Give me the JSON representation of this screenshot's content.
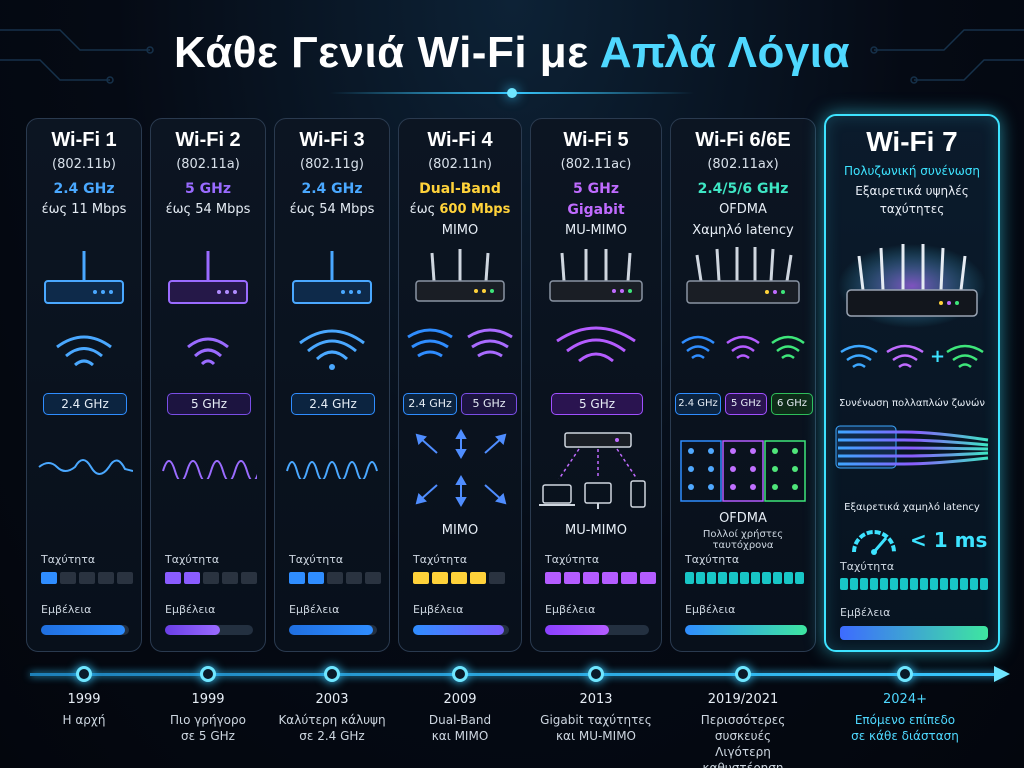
{
  "title": {
    "main": "Κάθε Γενιά Wi-Fi με",
    "accent": "Απλά Λόγια"
  },
  "generations": [
    {
      "name": "Wi-Fi 1",
      "standard": "(802.11b)",
      "band": "2.4 GHz",
      "band_color": "#4aa8ff",
      "rate": "έως 11 Mbps",
      "band_pills": [
        "2.4 GHz"
      ],
      "speed_label": "Ταχύτητα",
      "speed_level": 1,
      "speed_total": 5,
      "range_label": "Εμβέλεια",
      "range_fraction": 0.95,
      "accent": "#2f8dff"
    },
    {
      "name": "Wi-Fi 2",
      "standard": "(802.11a)",
      "band": "5 GHz",
      "band_color": "#9a6bff",
      "rate": "έως 54 Mbps",
      "band_pills": [
        "5 GHz"
      ],
      "speed_label": "Ταχύτητα",
      "speed_level": 2,
      "speed_total": 5,
      "range_label": "Εμβέλεια",
      "range_fraction": 0.62,
      "accent": "#8a5cff"
    },
    {
      "name": "Wi-Fi 3",
      "standard": "(802.11g)",
      "band": "2.4 GHz",
      "band_color": "#4aa8ff",
      "rate": "έως 54 Mbps",
      "band_pills": [
        "2.4 GHz"
      ],
      "speed_label": "Ταχύτητα",
      "speed_level": 2,
      "speed_total": 5,
      "range_label": "Εμβέλεια",
      "range_fraction": 0.95,
      "accent": "#2f8dff"
    },
    {
      "name": "Wi-Fi 4",
      "standard": "(802.11n)",
      "band": "Dual-Band",
      "band_color": "#ffd23a",
      "rate_prefix": "έως",
      "rate_value": "600 Mbps",
      "extra": "MIMO",
      "band_pills": [
        "2.4 GHz",
        "5 GHz"
      ],
      "feature": "MIMO",
      "speed_label": "Ταχύτητα",
      "speed_level": 4,
      "speed_total": 5,
      "range_label": "Εμβέλεια",
      "range_fraction": 0.95,
      "accent": "#ffd23a"
    },
    {
      "name": "Wi-Fi 5",
      "standard": "(802.11ac)",
      "band": "5 GHz",
      "band_color": "#c06bff",
      "band2": "Gigabit",
      "extra": "MU-MIMO",
      "band_pills": [
        "5 GHz"
      ],
      "feature": "MU-MIMO",
      "speed_label": "Ταχύτητα",
      "speed_level": 6,
      "speed_total": 6,
      "range_label": "Εμβέλεια",
      "range_fraction": 0.62,
      "accent": "#b45cff"
    },
    {
      "name": "Wi-Fi 6/6E",
      "standard": "(802.11ax)",
      "band": "2.4/5/6 GHz",
      "band_color": "#3ee6c4",
      "rate": "OFDMA",
      "extra": "Χαμηλό latency",
      "band_pills": [
        "2.4 GHz",
        "5 GHz",
        "6 GHz"
      ],
      "feature": "OFDMA",
      "feature_sub": "Πολλοί χρήστες ταυτόχρονα",
      "speed_label": "Ταχύτητα",
      "speed_level": 11,
      "speed_total": 11,
      "range_label": "Εμβέλεια",
      "range_fraction": 1.0,
      "accent": "#18c6c6"
    },
    {
      "name": "Wi-Fi 7",
      "standard": "Πολυζωνική συνένωση",
      "band": "",
      "band_color": "#3de3ff",
      "rate": "Εξαιρετικά υψηλές",
      "extra": "ταχύτητες",
      "mlo_label": "Συνένωση πολλαπλών ζωνών",
      "latency_label": "Εξαιρετικά χαμηλό latency",
      "latency_value": "< 1 ms",
      "speed_label": "Ταχύτητα",
      "speed_level": 15,
      "speed_total": 15,
      "range_label": "Εμβέλεια",
      "range_fraction": 1.0,
      "accent": "#18c6c6"
    }
  ],
  "timeline": [
    {
      "year": "1999",
      "desc": [
        "Η αρχή"
      ]
    },
    {
      "year": "1999",
      "desc": [
        "Πιο γρήγορο",
        "σε 5 GHz"
      ]
    },
    {
      "year": "2003",
      "desc": [
        "Καλύτερη κάλυψη",
        "σε 2.4 GHz"
      ]
    },
    {
      "year": "2009",
      "desc": [
        "Dual-Band",
        "και MIMO"
      ]
    },
    {
      "year": "2013",
      "desc": [
        "Gigabit ταχύτητες",
        "και MU-MIMO"
      ]
    },
    {
      "year": "2019/2021",
      "desc": [
        "Περισσότερες συσκευές",
        "Λιγότερη καθυστέρηση"
      ]
    },
    {
      "year": "2024+",
      "desc": [
        "Επόμενο επίπεδο",
        "σε κάθε διάσταση"
      ]
    }
  ],
  "colors": {
    "cyan": "#4fd8ff",
    "blue": "#2f8dff",
    "purple": "#8a5cff",
    "yellow": "#ffd23a",
    "violet": "#b45cff",
    "teal": "#18c6c6",
    "green": "#3ee67a"
  }
}
